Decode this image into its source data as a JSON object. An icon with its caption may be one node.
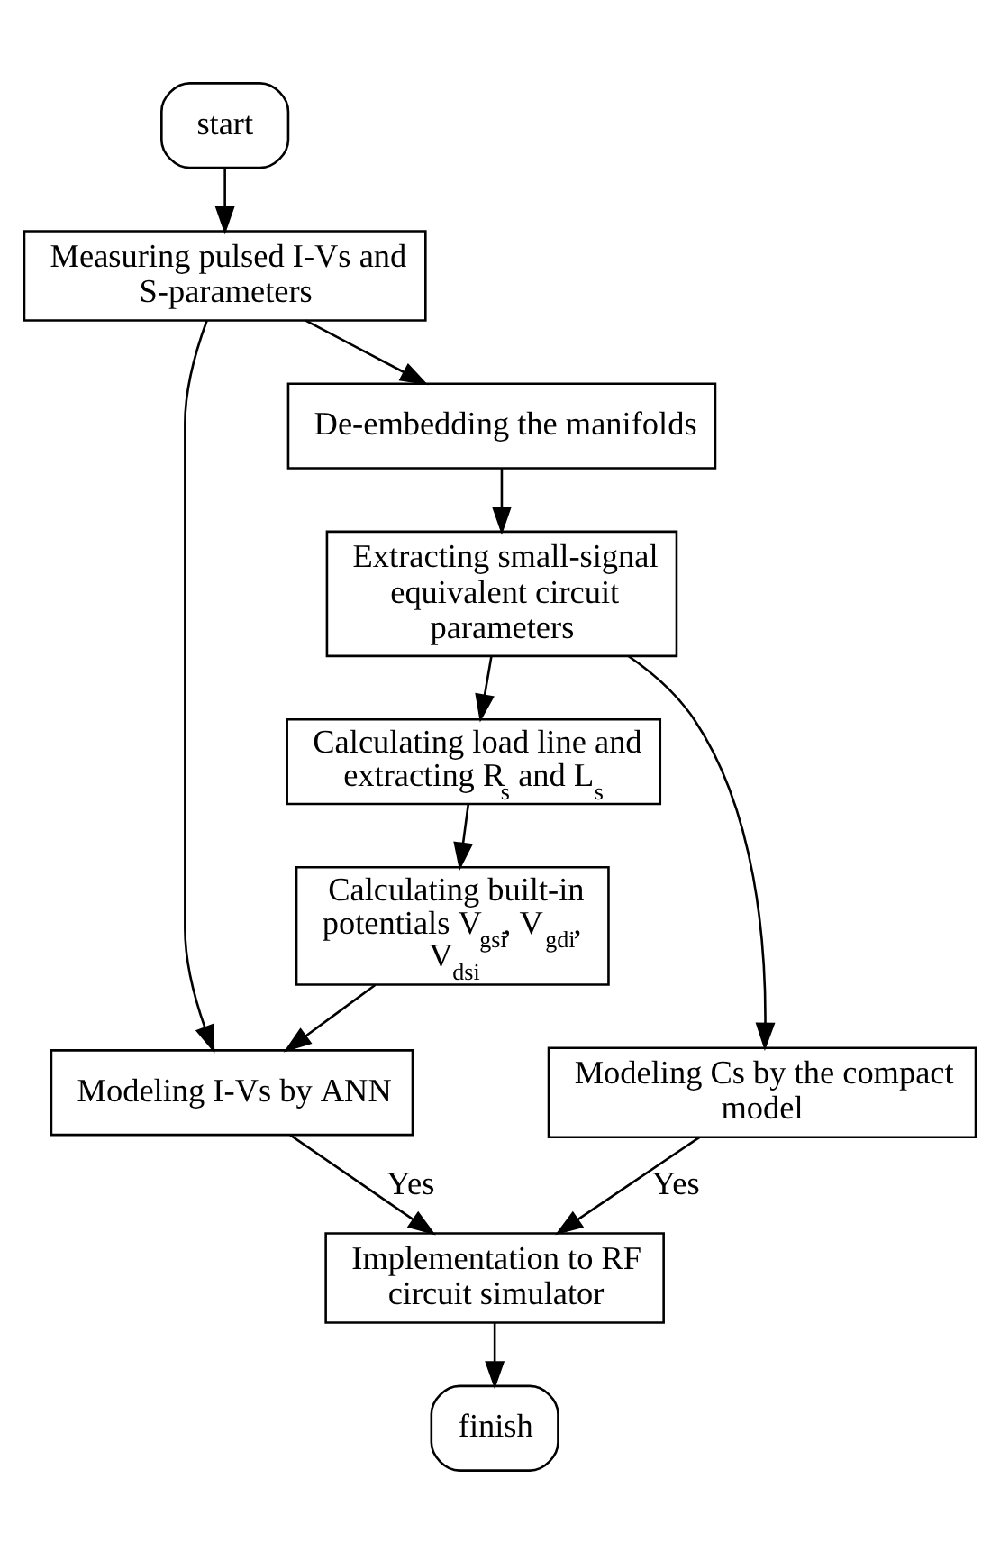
{
  "diagram": {
    "nodes": [
      {
        "text": [
          "start"
        ]
      },
      {
        "text": [
          "Measuring pulsed I-Vs and S-parameters"
        ]
      },
      {
        "text": [
          "De-embedding the manifolds"
        ]
      },
      {
        "text": [
          "Extracting small-signal equivalent circuit parameters"
        ]
      },
      {
        "text": [
          "Calculating load line and extracting R$_{s}$ and L$_{s}$"
        ]
      },
      {
        "text": [
          "Calculating built-in potentials V$_{gsi}$, V$_{gdi}$, V$_{dsi}$"
        ]
      },
      {
        "text": [
          "Modeling I-Vs by ANN"
        ]
      },
      {
        "text": [
          "Modeling Cs by the compact model"
        ]
      },
      {
        "text": [
          "Implementation to RF circuit simulator"
        ]
      },
      {
        "text": [
          "finish"
        ]
      }
    ],
    "edges": [
      {
        "from": 0,
        "to": 1,
        "arrow": "to"
      },
      {
        "from": 1,
        "to": 2,
        "arrow": "to"
      },
      {
        "from": 2,
        "to": 3,
        "arrow": "to"
      },
      {
        "from": 3,
        "to": 4,
        "arrow": "to"
      },
      {
        "from": 4,
        "to": 5,
        "arrow": "to"
      },
      {
        "from": 5,
        "to": 6,
        "arrow": "to"
      },
      {
        "from": 1,
        "to": 6,
        "arrow": "to"
      },
      {
        "from": 3,
        "to": 7,
        "arrow": "to"
      },
      {
        "from": 6,
        "to": 8,
        "arrow": "to",
        "label": "Yes"
      },
      {
        "from": 7,
        "to": 8,
        "arrow": "to",
        "label": "Yes"
      },
      {
        "from": 8,
        "to": 9,
        "arrow": "to"
      }
    ]
  }
}
